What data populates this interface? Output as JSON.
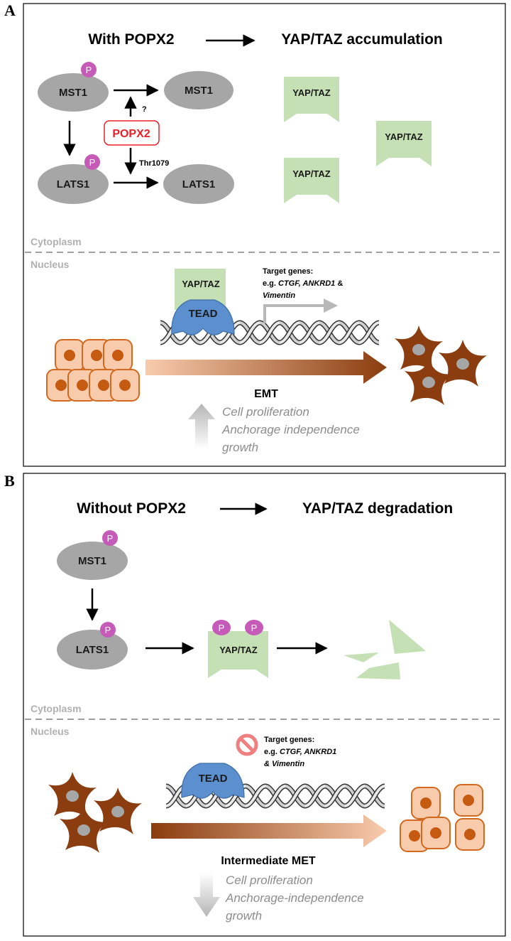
{
  "panel_a": {
    "letter": "A",
    "title_left": "With POPX2",
    "title_right": "YAP/TAZ accumulation",
    "mst1": "MST1",
    "mst1_target": "MST1",
    "lats1": "LATS1",
    "lats1_target": "LATS1",
    "popx2": "POPX2",
    "question": "?",
    "thr_site": "Thr1079",
    "phospho": "P",
    "yap_taz": "YAP/TAZ",
    "cytoplasm": "Cytoplasm",
    "nucleus": "Nucleus",
    "tead": "TEAD",
    "target_genes_heading": "Target genes:",
    "target_genes_eg": "e.g. ",
    "target_genes_list": "CTGF, ANKRD1",
    "target_genes_amp": " &",
    "target_genes_last": "Vimentin",
    "process": "EMT",
    "pheno_1": "Cell proliferation",
    "pheno_2": "Anchorage independence",
    "pheno_3": "growth"
  },
  "panel_b": {
    "letter": "B",
    "title_left": "Without POPX2",
    "title_right": "YAP/TAZ degradation",
    "mst1": "MST1",
    "lats1": "LATS1",
    "phospho": "P",
    "yap_taz": "YAP/TAZ",
    "cytoplasm": "Cytoplasm",
    "nucleus": "Nucleus",
    "tead": "TEAD",
    "target_genes_heading": "Target genes:",
    "target_genes_eg": "e.g. ",
    "target_genes_list": "CTGF, ANKRD1",
    "target_genes_last": "& Vimentin",
    "process": "Intermediate MET",
    "pheno_1": "Cell proliferation",
    "pheno_2": "Anchorage-independence",
    "pheno_3": "growth"
  },
  "colors": {
    "node_gray": "#a6a6a6",
    "phospho_pink": "#c55ab8",
    "yap_green": "#c5e0b4",
    "tead_blue": "#5b8fce",
    "popx2_red": "#e8202a",
    "cell_fill": "#f8cbad",
    "cell_border": "#d2691e",
    "nucleus_orange": "#c55a11",
    "mesenchymal_brown": "#8b3d0f",
    "divider_gray": "#a0a0a0"
  }
}
